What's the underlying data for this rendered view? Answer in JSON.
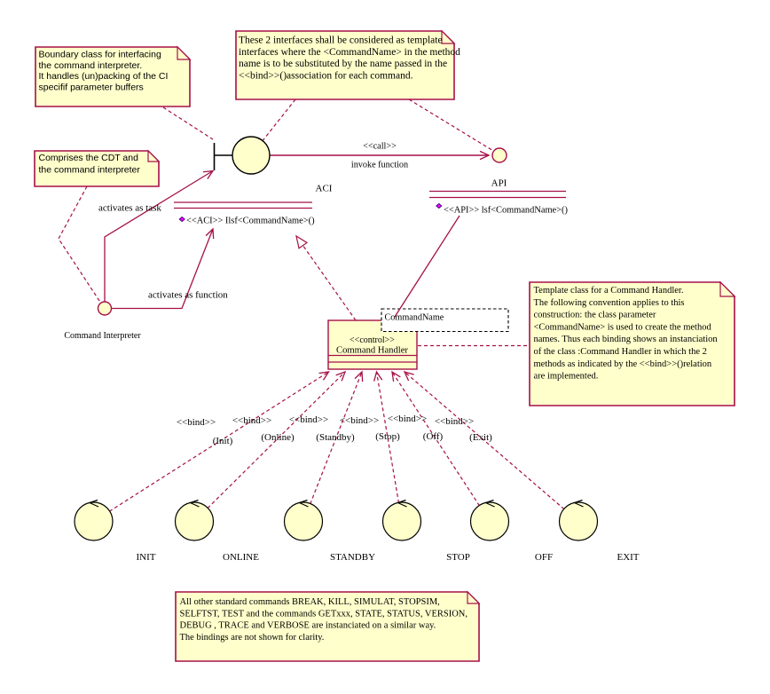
{
  "diagram": {
    "type": "uml-class-diagram",
    "colors": {
      "line": "#A51048",
      "note_fill": "#FFFFCC",
      "shape_fill": "#FFFFCC",
      "icon_stroke": "#000000",
      "text": "#000000",
      "operation_icon": "#FF00FF",
      "background": "#FFFFFF"
    },
    "notes": {
      "boundary": {
        "lines": [
          "Boundary class for interfacing",
          "the command interpreter.",
          "It handles (un)packing of the CI",
          "specifif parameter buffers"
        ]
      },
      "interfaces": {
        "lines": [
          "These 2 interfaces shall be considered as template",
          "interfaces where the <CommandName> in the method",
          "name is to be substituted by the name passed in the",
          "<<bind>>()association for each command."
        ]
      },
      "comprises": {
        "lines": [
          "Comprises the CDT and",
          "the command interpreter"
        ]
      },
      "template": {
        "lines": [
          "Template class for a Command Handler.",
          "The following convention applies to this",
          "construction: the class parameter",
          "<CommandName> is used to create the method",
          "names. Thus each binding shows an instanciation",
          "of the class :Command Handler in which the 2",
          "methods as indicated by the <<bind>>()relation",
          "are implemented."
        ]
      },
      "commands": {
        "lines": [
          "All other standard commands BREAK, KILL, SIMULAT, STOPSIM,",
          "SELFTST, TEST and the commands GETxxx, STATE, STATUS, VERSION,",
          "DEBUG , TRACE and VERBOSE are instanciated on a similar way.",
          "The bindings are not shown for clarity."
        ]
      }
    },
    "labels": {
      "aci": "ACI",
      "api": "API",
      "call_stereotype": "<<call>>",
      "invoke": "invoke function",
      "aci_operation": "<<ACI>> Ilsf<CommandName>()",
      "api_operation": "<<API>> lsf<CommandName>()",
      "activates_task": "activates as task",
      "activates_function": "activates as function",
      "command_interpreter": "Command Interpreter",
      "control_stereotype": "<<control>>",
      "class_name": "Command Handler",
      "template_parameter": "CommandName"
    },
    "bindings": [
      {
        "stereotype": "<<bind>>",
        "parameter": "(Init)",
        "command": "INIT"
      },
      {
        "stereotype": "<<bind>>",
        "parameter": "(Online)",
        "command": "ONLINE"
      },
      {
        "stereotype": "<<bind>>",
        "parameter": "(Standby)",
        "command": "STANDBY"
      },
      {
        "stereotype": "<<bind>>",
        "parameter": "(Stop)",
        "command": "STOP"
      },
      {
        "stereotype": "<<bind>>",
        "parameter": "(Off)",
        "command": "OFF"
      },
      {
        "stereotype": "<<bind>>",
        "parameter": "(Exit)",
        "command": "EXIT"
      }
    ]
  }
}
